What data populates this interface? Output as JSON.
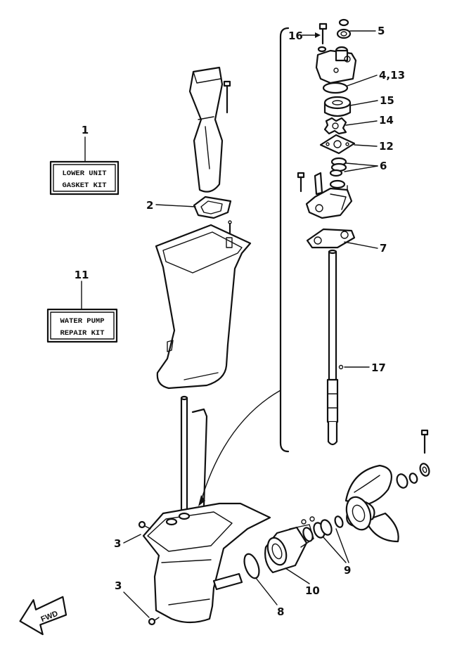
{
  "kits": [
    {
      "number": "1",
      "line1": "LOWER UNIT",
      "line2": "GASKET KIT"
    },
    {
      "number": "11",
      "line1": "WATER PUMP",
      "line2": "REPAIR KIT"
    }
  ],
  "callouts": [
    "16",
    "5",
    "4,13",
    "15",
    "14",
    "12",
    "6",
    "7",
    "17",
    "2",
    "3",
    "3",
    "9",
    "10",
    "8"
  ],
  "direction_label": "FWD"
}
